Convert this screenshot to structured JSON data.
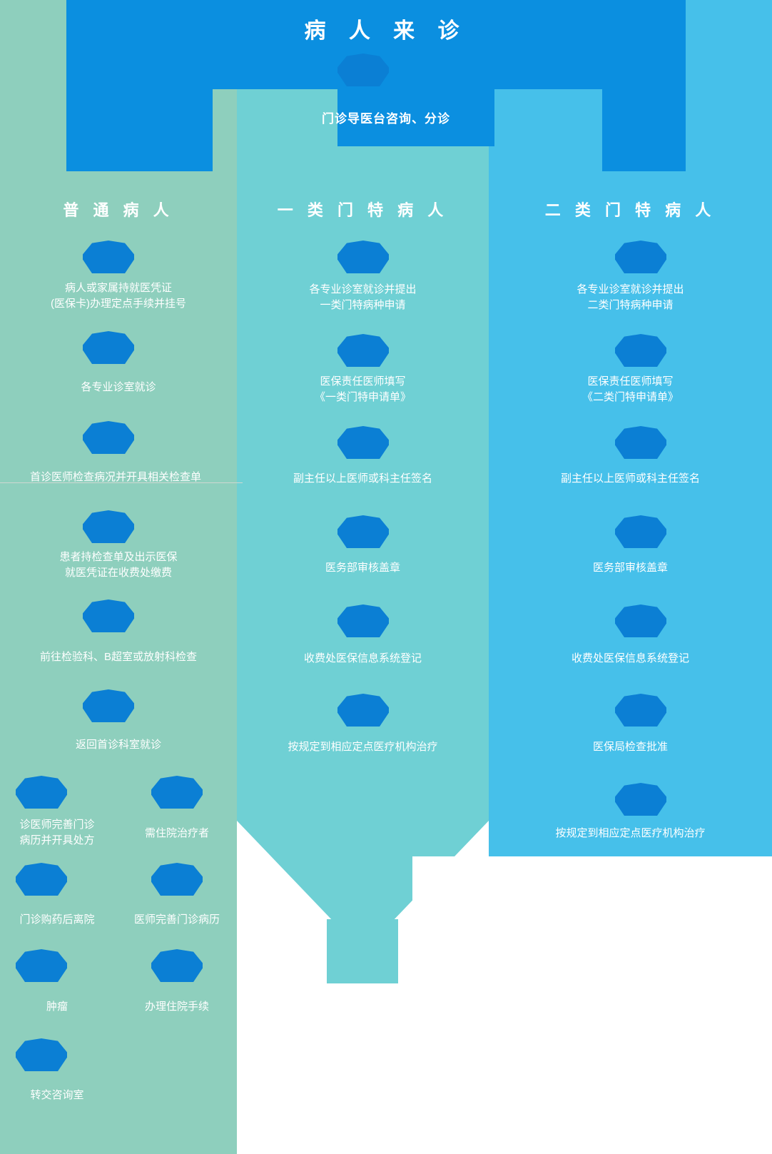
{
  "header": {
    "title": "病 人 来 诊",
    "subtitle": "门诊导医台咨询、分诊"
  },
  "colors": {
    "header_band": "#0b8fe0",
    "arrow": "#0b7fd4",
    "column_a_bg": "#8ecfbd",
    "column_b_bg": "#6fd0d4",
    "column_c_bg": "#46c0ea",
    "text": "#ffffff"
  },
  "columns": [
    {
      "title": "普 通 病 人",
      "steps": [
        "病人或家属持就医凭证\n(医保卡)办理定点手续并挂号",
        "各专业诊室就诊",
        "首诊医师检查病况并开具相关检查单",
        "患者持检查单及出示医保\n就医凭证在收费处缴费",
        "前往检验科、B超室或放射科检查",
        "返回首诊科室就诊"
      ],
      "branch_left": [
        "诊医师完善门诊\n病历并开具处方",
        "门诊购药后离院",
        "肿瘤",
        "转交咨询室"
      ],
      "branch_right": [
        "需住院治疗者",
        "医师完善门诊病历",
        "办理住院手续"
      ]
    },
    {
      "title": "一 类 门 特 病 人",
      "steps": [
        "各专业诊室就诊并提出\n一类门特病种申请",
        "医保责任医师填写\n《一类门特申请单》",
        "副主任以上医师或科主任签名",
        "医务部审核盖章",
        "收费处医保信息系统登记",
        "按规定到相应定点医疗机构治疗"
      ]
    },
    {
      "title": "二 类 门 特 病 人",
      "steps": [
        "各专业诊室就诊并提出\n二类门特病种申请",
        "医保责任医师填写\n《二类门特申请单》",
        "副主任以上医师或科主任签名",
        "医务部审核盖章",
        "收费处医保信息系统登记",
        "医保局检查批准",
        "按规定到相应定点医疗机构治疗"
      ]
    }
  ]
}
